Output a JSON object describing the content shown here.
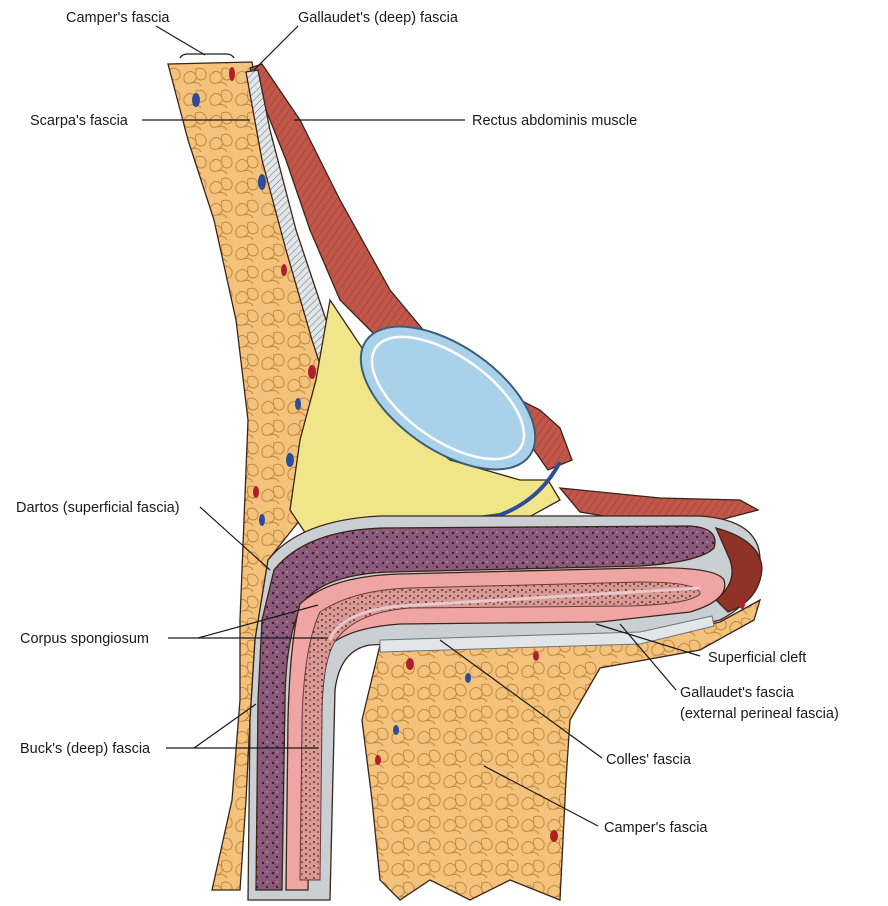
{
  "labels": {
    "campers_fascia_top": "Camper's fascia",
    "gallaudets_deep_fascia": "Gallaudet's (deep) fascia",
    "scarpas_fascia": "Scarpa's fascia",
    "rectus_abdominis_muscle": "Rectus abdominis muscle",
    "dartos": "Dartos (superficial fascia)",
    "corpus_spongiosum": "Corpus spongiosum",
    "superficial_cleft": "Superficial cleft",
    "gallaudets_fascia_line1": "Gallaudet's fascia",
    "gallaudets_fascia_line2": "(external perineal fascia)",
    "bucks_deep_fascia": "Buck's (deep) fascia",
    "colles_fascia": "Colles' fascia",
    "campers_fascia_bottom": "Camper's fascia"
  },
  "colors": {
    "fat": "#f3c27c",
    "fat_outline": "#c58a3d",
    "muscle": "#c0574a",
    "muscle_dark": "#8f3328",
    "fascia_gray": "#c9cfd3",
    "bone": "#a9d2ea",
    "yellow_tissue": "#f1e58a",
    "corpus_cavernosum": "#8b5a7a",
    "spongiosum_pink": "#f0a5a5",
    "vessel_blue": "#2a4f9a",
    "vessel_red": "#b0202a"
  }
}
